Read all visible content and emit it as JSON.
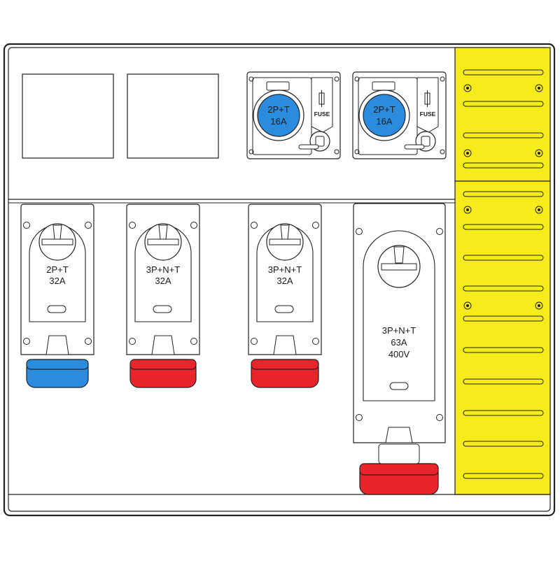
{
  "colors": {
    "frame": "#222222",
    "panel": "#ffffff",
    "yellow": "#f6ec1c",
    "red": "#e8252b",
    "blue": "#2b8cde",
    "socket_fill": "#ffffff"
  },
  "top_row": {
    "blank_modules": [
      {
        "name": "blank-module-1"
      },
      {
        "name": "blank-module-2"
      }
    ],
    "fused_sockets": [
      {
        "rating_line1": "2P+T",
        "rating_line2": "16A",
        "fuse_label": "FUSE",
        "color": "blue"
      },
      {
        "rating_line1": "2P+T",
        "rating_line2": "16A",
        "fuse_label": "FUSE",
        "color": "blue"
      }
    ]
  },
  "bottom_row": {
    "interlocked_sockets": [
      {
        "rating_line1": "2P+T",
        "rating_line2": "32A",
        "color": "blue"
      },
      {
        "rating_line1": "3P+N+T",
        "rating_line2": "32A",
        "color": "red"
      },
      {
        "rating_line1": "3P+N+T",
        "rating_line2": "32A",
        "color": "red"
      }
    ],
    "large_socket": {
      "rating_line1": "3P+N+T",
      "rating_line2": "63A",
      "rating_line3": "400V",
      "color": "red"
    }
  },
  "side_strip": {
    "color": "yellow",
    "slot_count": 14
  }
}
